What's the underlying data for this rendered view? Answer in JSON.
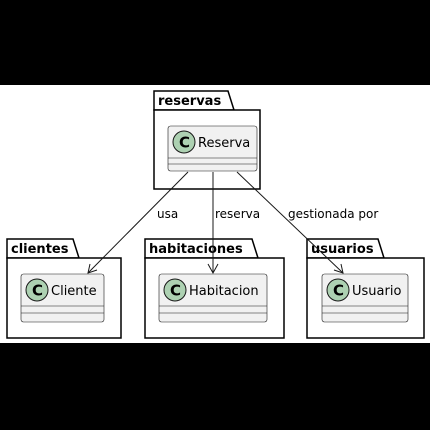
{
  "packages": {
    "reservas": "reservas",
    "clientes": "clientes",
    "habitaciones": "habitaciones",
    "usuarios": "usuarios"
  },
  "classes": {
    "reserva": "Reserva",
    "cliente": "Cliente",
    "habitacion": "Habitacion",
    "usuario": "Usuario"
  },
  "class_stereotype_letter": "C",
  "relations": {
    "usa": "usa",
    "reserva": "reserva",
    "gestionada_por": "gestionada por"
  },
  "colors": {
    "background": "#000000",
    "canvas": "#ffffff",
    "class_fill": "#f1f1f1",
    "class_circle": "#add1b2"
  }
}
